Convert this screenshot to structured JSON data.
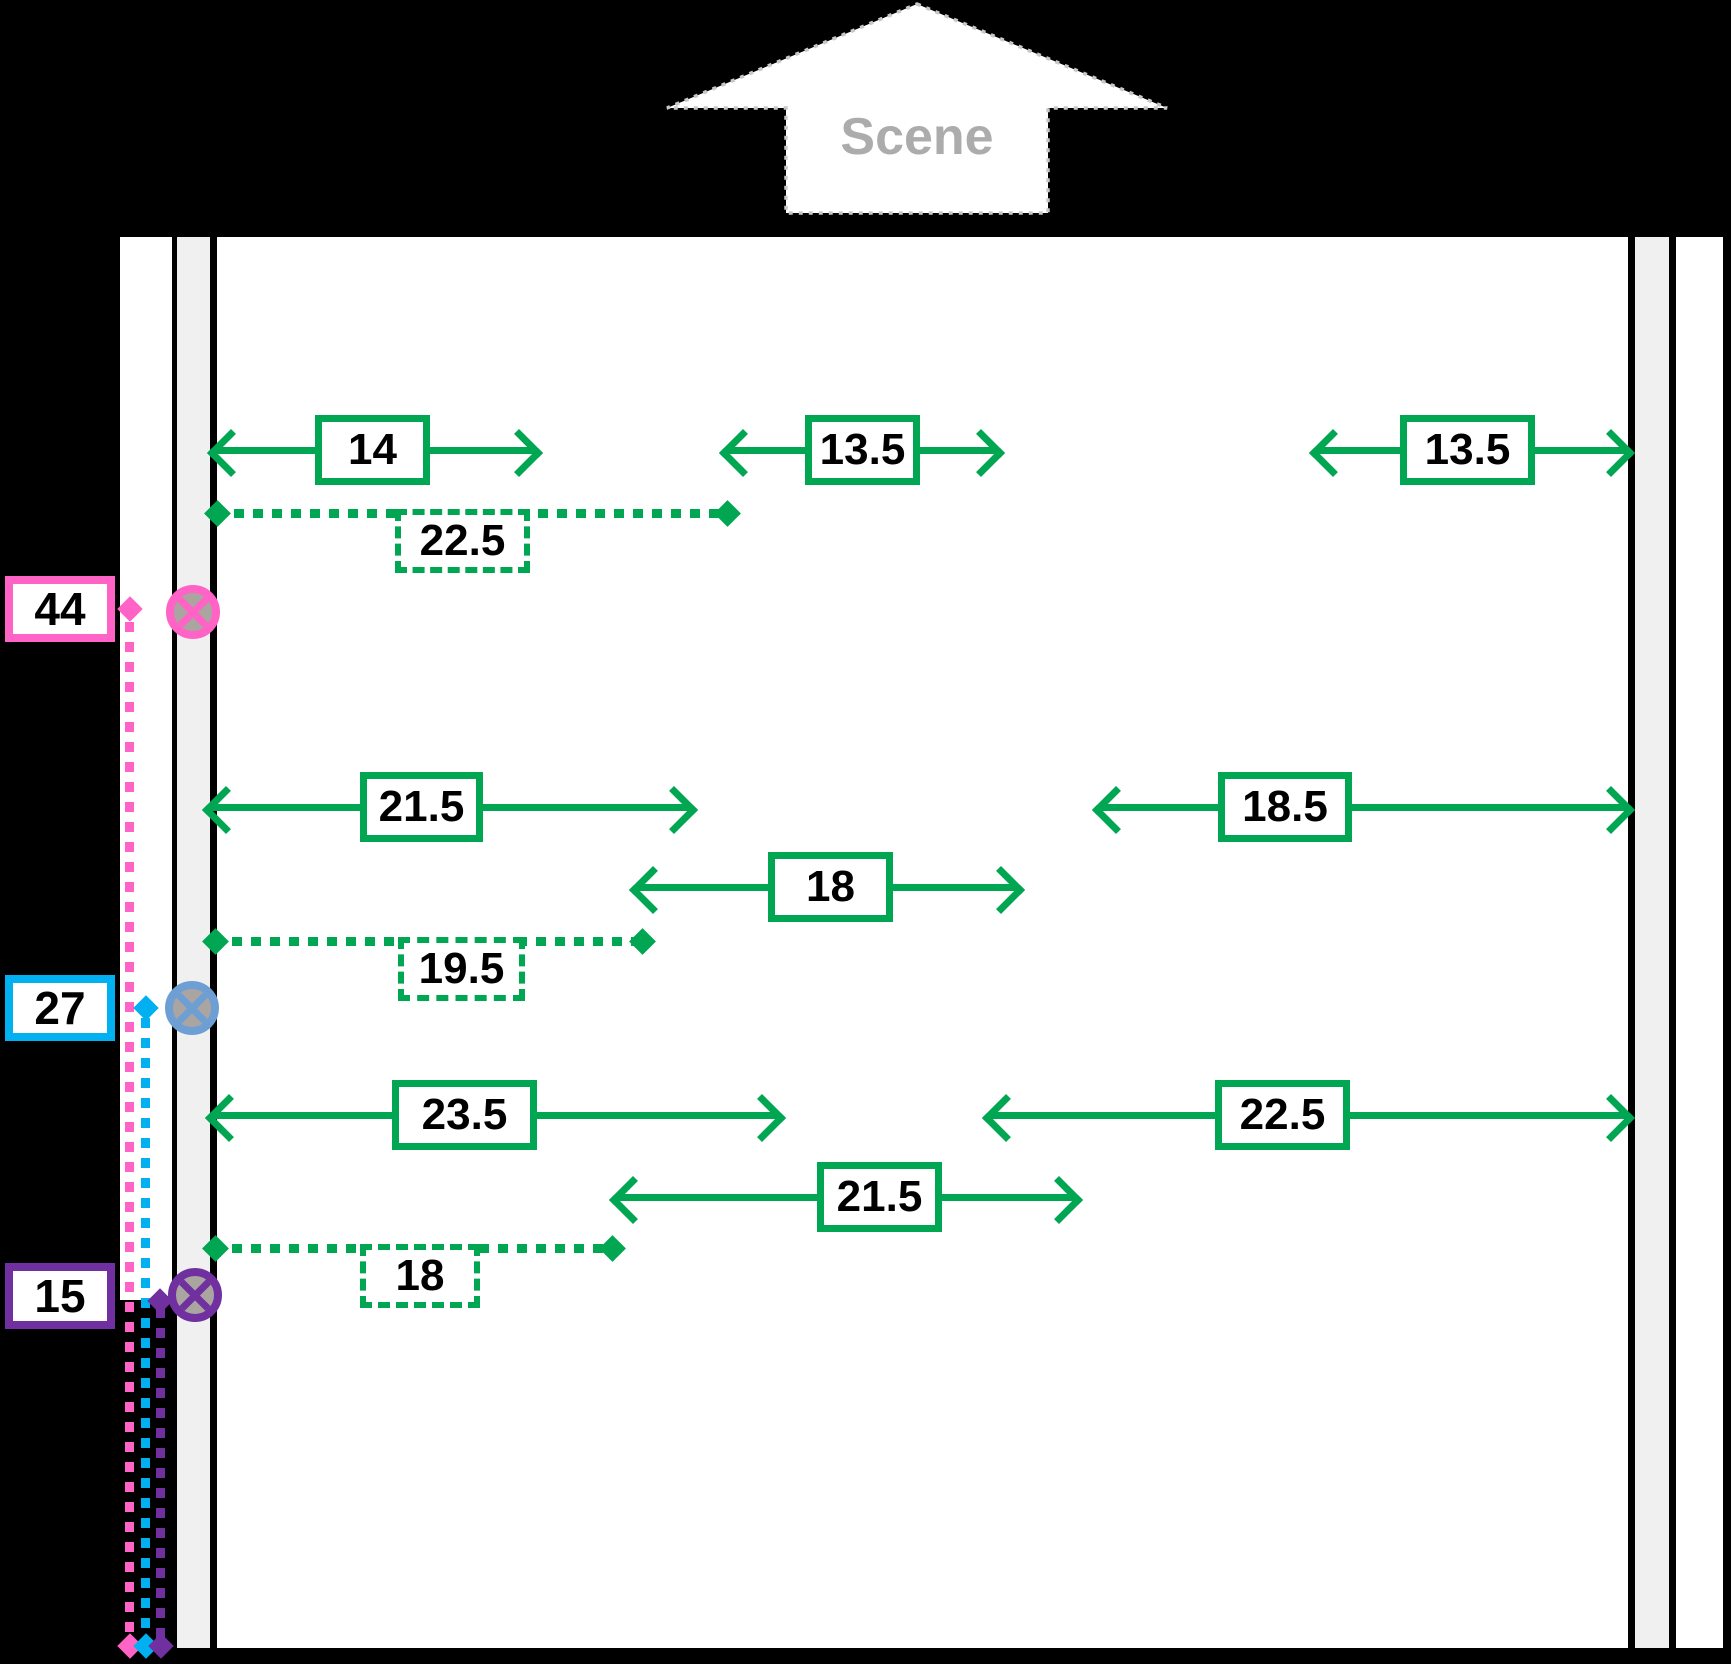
{
  "scene": {
    "label": "Scene"
  },
  "colors": {
    "green": "#00A651",
    "pink": "#FF63C5",
    "blue": "#00B0F0",
    "blue_ring": "#6E9FD4",
    "purple": "#7030A0",
    "marker_fill": "#ABA5A2",
    "wall_gray": "#F0F0F0",
    "scene_border": "#C8C8C8",
    "scene_text": "#ACACAC"
  },
  "solid_measurements": [
    {
      "name": "row1-left",
      "value": "14"
    },
    {
      "name": "row1-center",
      "value": "13.5"
    },
    {
      "name": "row1-right",
      "value": "13.5"
    },
    {
      "name": "row2-left",
      "value": "21.5"
    },
    {
      "name": "row2-right",
      "value": "18.5"
    },
    {
      "name": "row2-center",
      "value": "18"
    },
    {
      "name": "row3-left",
      "value": "23.5"
    },
    {
      "name": "row3-right",
      "value": "22.5"
    },
    {
      "name": "row3-center",
      "value": "21.5"
    }
  ],
  "dotted_measurements": [
    {
      "name": "upper",
      "value": "22.5"
    },
    {
      "name": "middle",
      "value": "19.5"
    },
    {
      "name": "lower",
      "value": "18"
    }
  ],
  "wall_markers": [
    {
      "name": "upper",
      "value": "44",
      "color": "pink"
    },
    {
      "name": "middle",
      "value": "27",
      "color": "blue"
    },
    {
      "name": "lower",
      "value": "15",
      "color": "purple"
    }
  ]
}
